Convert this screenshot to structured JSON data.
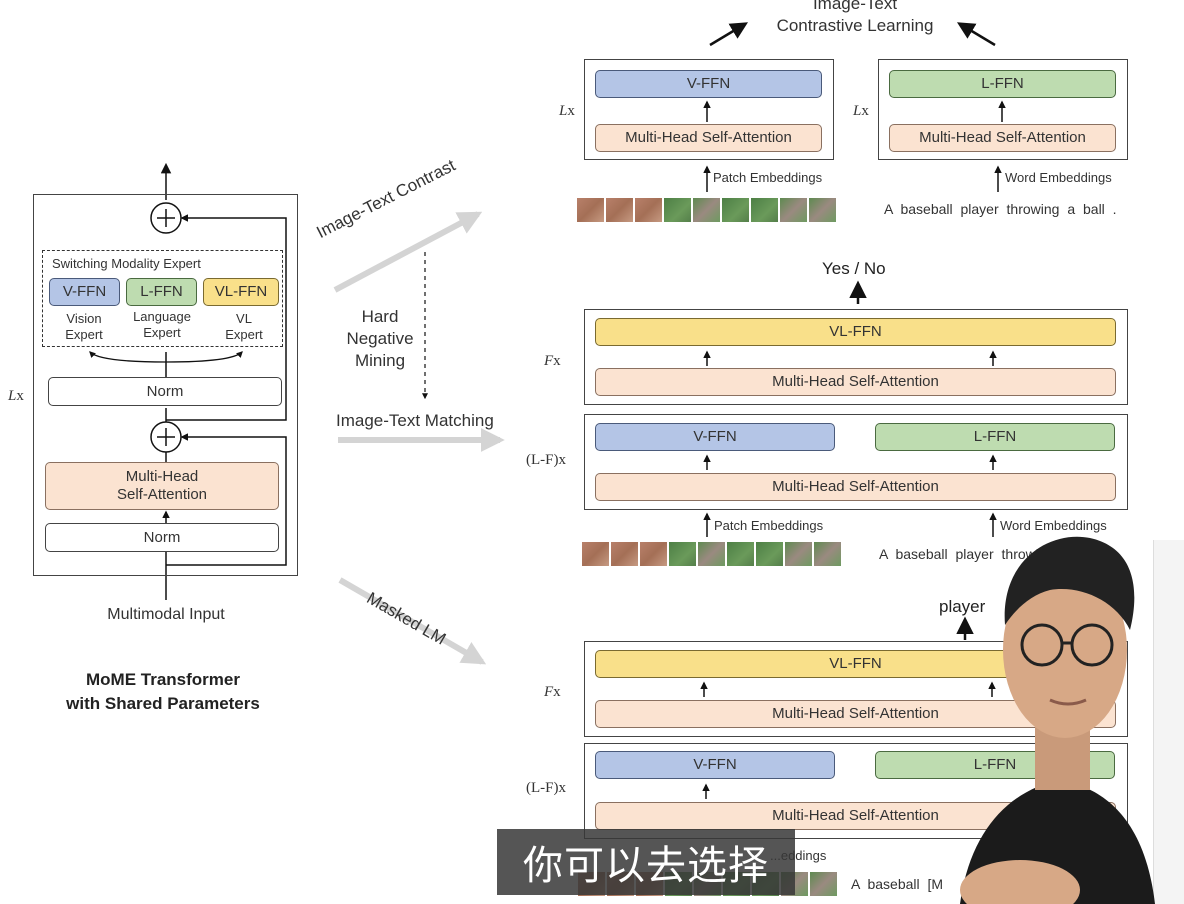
{
  "left": {
    "sme_title": "Switching Modality Expert",
    "v_ffn": "V-FFN",
    "l_ffn": "L-FFN",
    "vl_ffn": "VL-FFN",
    "vision_expert": "Vision\nExpert",
    "language_expert": "Language\nExpert",
    "vl_expert": "VL\nExpert",
    "norm_top": "Norm",
    "mhsa": "Multi-Head\nSelf-Attention",
    "norm_bottom": "Norm",
    "lx": "L",
    "lx_suffix": "x",
    "input": "Multimodal Input",
    "caption_line1": "MoME Transformer",
    "caption_line2": "with Shared Parameters"
  },
  "tasks": {
    "itc": "Image-Text Contrast",
    "hard_neg": "Hard\nNegative\nMining",
    "itm": "Image-Text Matching",
    "mlm": "Masked LM"
  },
  "contrast": {
    "objective": "Image-Text\nContrastive Learning",
    "v_ffn": "V-FFN",
    "l_ffn": "L-FFN",
    "mhsa": "Multi-Head Self-Attention",
    "lx": "L",
    "lx_suffix": "x",
    "patch_label": "Patch Embeddings",
    "word_label": "Word Embeddings",
    "sentence": "A baseball player throwing a ball ."
  },
  "matching": {
    "output": "Yes / No",
    "vl_ffn": "VL-FFN",
    "mhsa": "Multi-Head Self-Attention",
    "v_ffn": "V-FFN",
    "l_ffn": "L-FFN",
    "fx": "F",
    "fx_suffix": "x",
    "lfx": "(L-F)",
    "lfx_suffix": "x",
    "patch_label": "Patch Embeddings",
    "word_label": "Word Embeddings",
    "sentence": "A baseball player throwing"
  },
  "mlm": {
    "output": "player",
    "vl_ffn": "VL-FFN",
    "mhsa": "Multi-Head Self-Attention",
    "v_ffn": "V-FFN",
    "l_ffn": "L-FFN",
    "fx": "F",
    "fx_suffix": "x",
    "lfx": "(L-F)",
    "lfx_suffix": "x",
    "patch_label": "...eddings",
    "sentence": "A baseball [M"
  },
  "subtitle": "你可以去选择",
  "colors": {
    "v_ffn": "#b4c5e6",
    "l_ffn": "#bedcb0",
    "vl_ffn": "#f9e08a",
    "mhsa": "#fbe3d1"
  }
}
